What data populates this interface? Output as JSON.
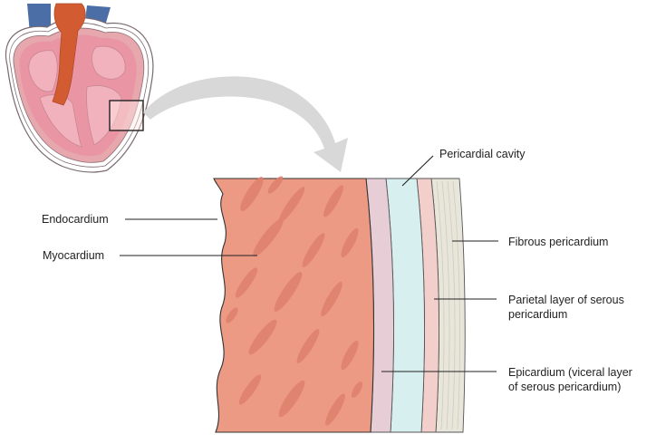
{
  "labels": {
    "pericardial_cavity": "Pericardial cavity",
    "endocardium": "Endocardium",
    "myocardium": "Myocardium",
    "fibrous_pericardium": "Fibrous pericardium",
    "parietal_layer_line1": "Parietal layer of serous",
    "parietal_layer_line2": "pericardium",
    "epicardium_line1": "Epicardium (viceral layer",
    "epicardium_line2": "of serous pericardium)"
  },
  "colors": {
    "myocardium": "#ec9a84",
    "myocardium_streak": "#df7f6c",
    "epicardium": "#e6cdd6",
    "pericardial_cavity": "#d8efef",
    "parietal_layer": "#f2cfcb",
    "fibrous_pericardium": "#e8e6da",
    "heart_muscle": "#e99aa8",
    "heart_outer": "#e6a7ad",
    "aorta": "#d35b32",
    "vein": "#4c6ea7",
    "arrow": "#d8d8d8",
    "leader_line": "#222222"
  }
}
